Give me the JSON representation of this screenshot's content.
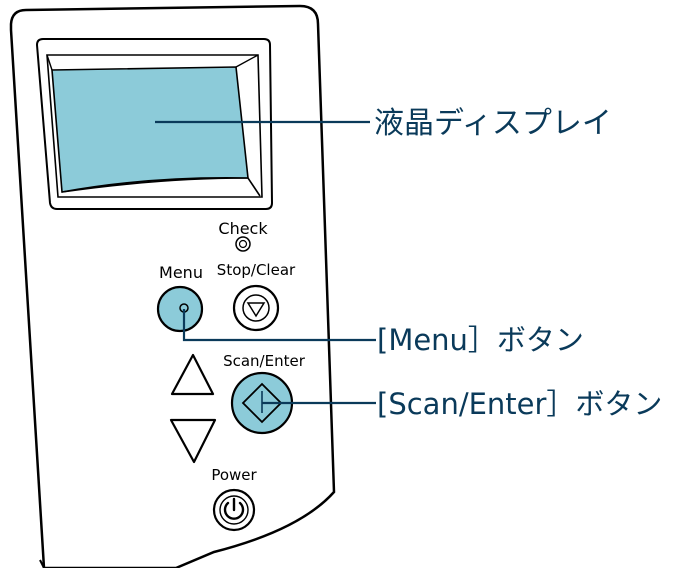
{
  "panel": {
    "check_label": "Check",
    "menu_label": "Menu",
    "stop_clear_label": "Stop/Clear",
    "scan_enter_label": "Scan/Enter",
    "power_label": "Power"
  },
  "callouts": {
    "lcd": "液晶ディスプレイ",
    "menu_button": "[Menu］ボタン",
    "scan_enter_button": "[Scan/Enter］ボタン"
  },
  "colors": {
    "lcd_fill": "#8ccbd9",
    "button_fill": "#8ccbd9",
    "callout_line": "#0a3a5a",
    "outline": "#000000"
  },
  "icons": [
    "menu-dot-icon",
    "stop-icon",
    "up-arrow-icon",
    "down-arrow-icon",
    "enter-diamond-icon",
    "power-icon",
    "check-led-icon"
  ]
}
